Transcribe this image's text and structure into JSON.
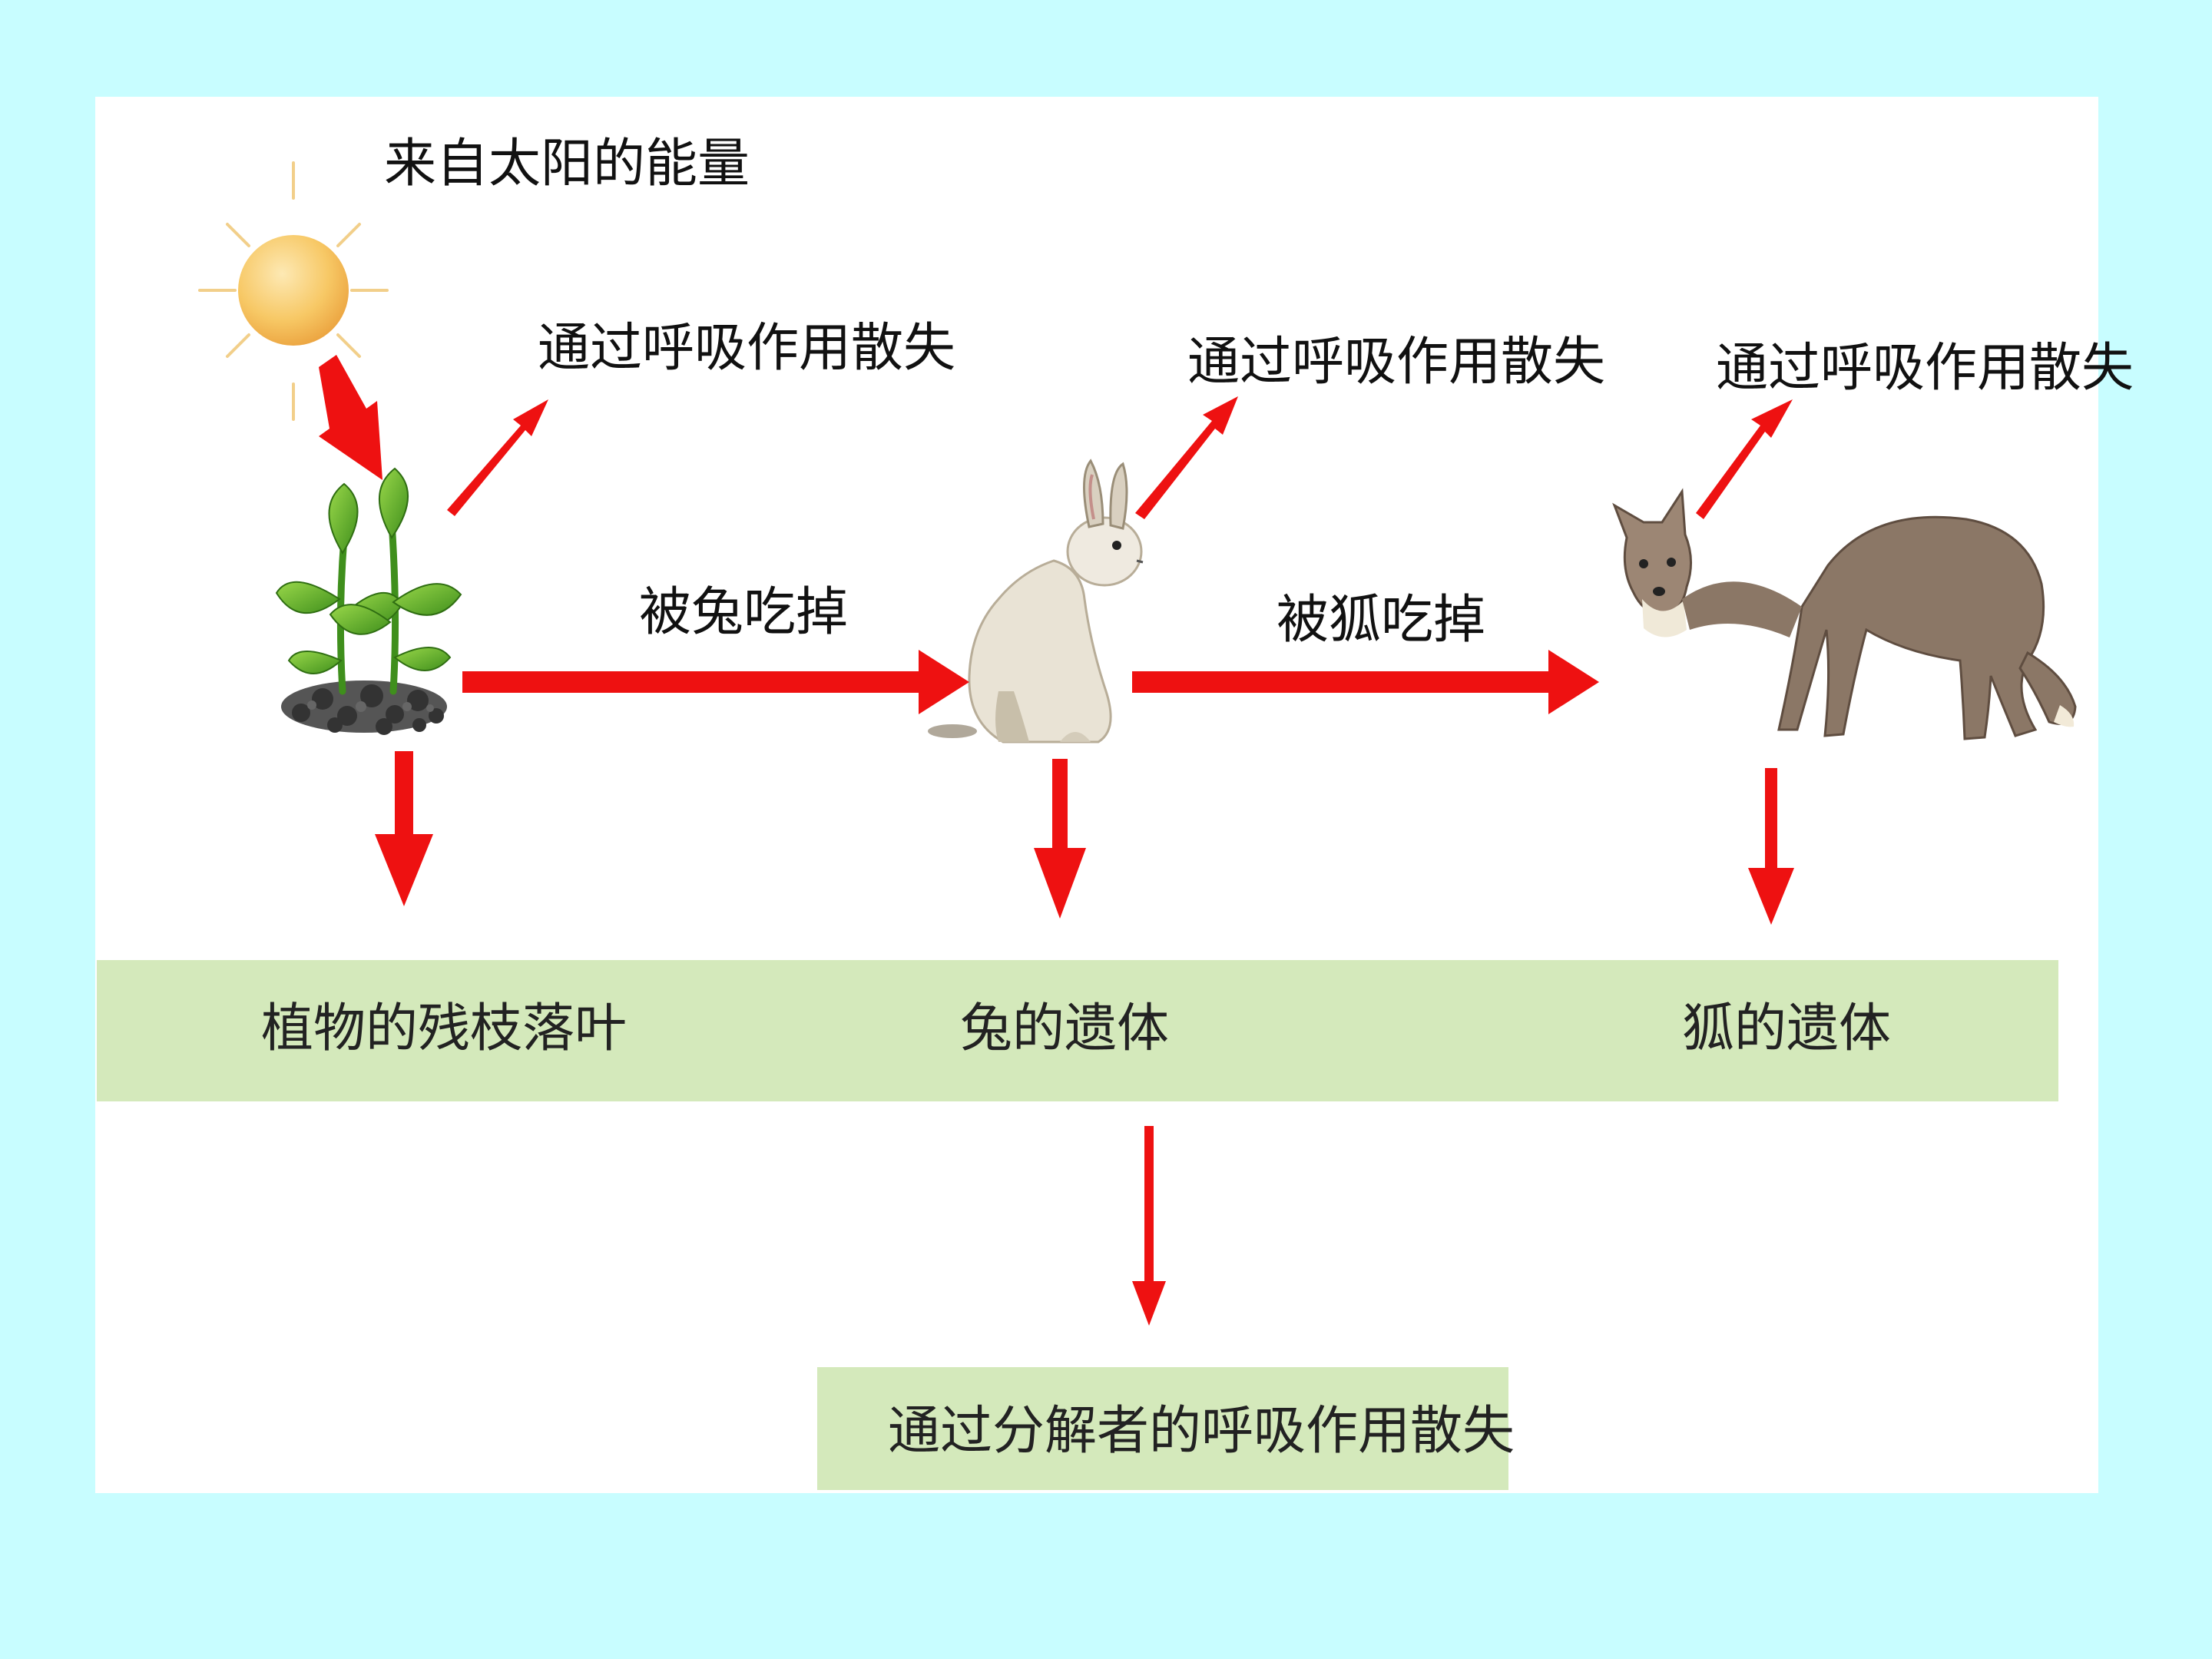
{
  "labels": {
    "sun_energy": "来自太阳的能量",
    "respiration_plant": "通过呼吸作用散失",
    "respiration_rabbit": "通过呼吸作用散失",
    "respiration_fox": "通过呼吸作用散失",
    "eaten_by_rabbit": "被兔吃掉",
    "eaten_by_fox": "被狐吃掉",
    "plant_remains": "植物的残枝落叶",
    "rabbit_remains": "兔的遗体",
    "fox_remains": "狐的遗体",
    "decomposer_respiration": "通过分解者的呼吸作用散失"
  },
  "colors": {
    "background": "#c8fdff",
    "panel": "#ffffff",
    "arrow": "#ee1111",
    "band": "#d4e9bb",
    "sun": "#f7c865"
  },
  "icons": [
    "sun-icon",
    "plant-icon",
    "rabbit-icon",
    "fox-icon"
  ]
}
